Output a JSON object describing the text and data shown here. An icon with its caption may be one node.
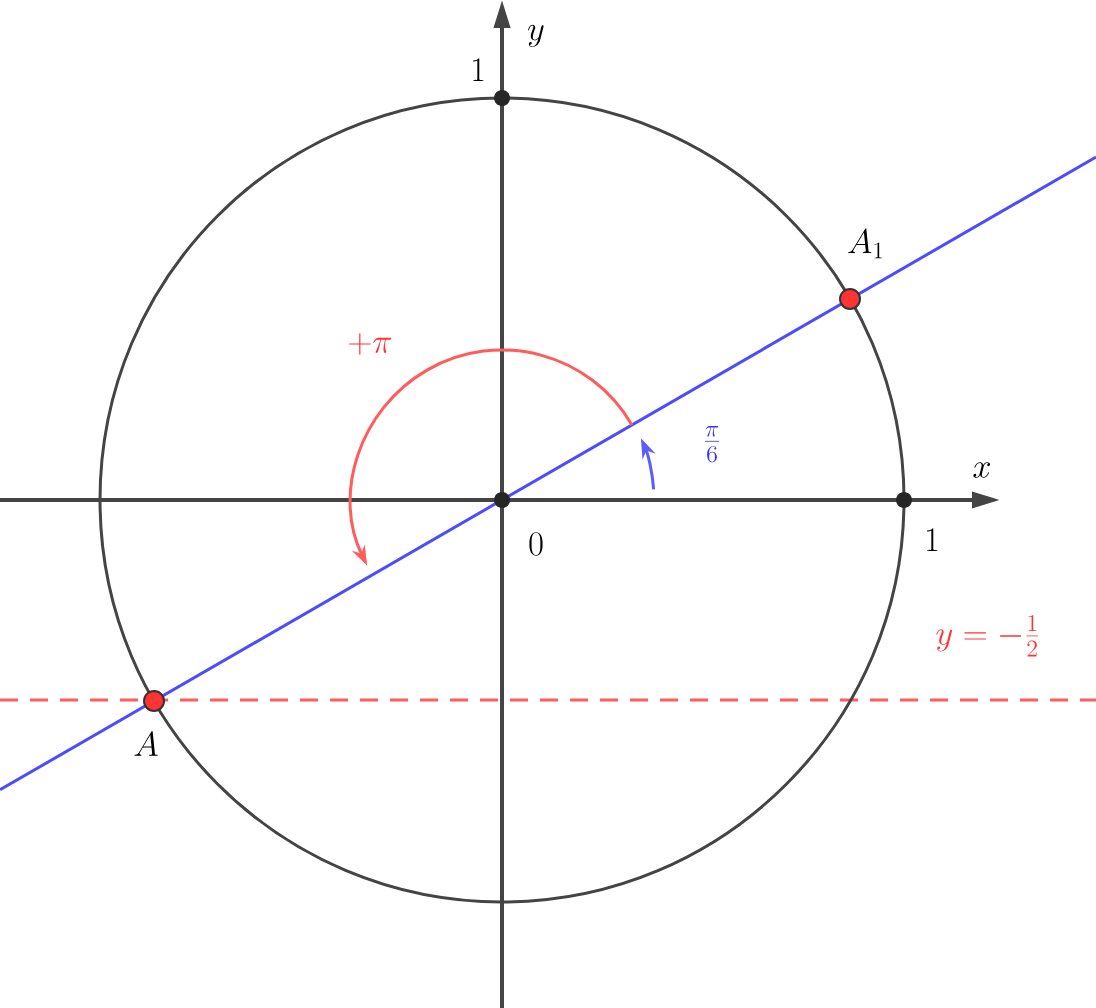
{
  "diagram": {
    "labels": [
      "y",
      "1",
      "A_1",
      "+\\pi",
      "\\frac{\\pi}{6}",
      "x",
      "0",
      "1",
      "y=-\\frac{1}{2}",
      "A"
    ]
  }
}
